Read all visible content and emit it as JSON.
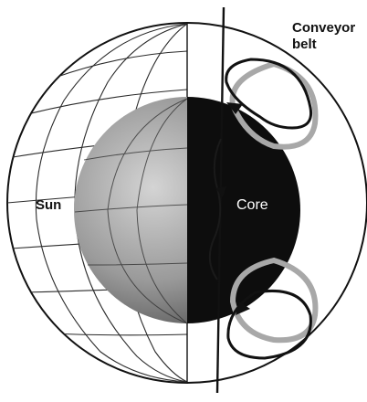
{
  "labels": {
    "sun": "Sun",
    "core": "Core",
    "conveyor_belt": [
      "Conveyor",
      "belt"
    ]
  },
  "colors": {
    "background": "#ffffff",
    "outline": "#111111",
    "core_light_highlight": "#cfcfcf",
    "core_light_shadow": "#5a5a5a",
    "core_dark": "#0d0d0d",
    "grey_flow": "#a8a8a8"
  },
  "icons": [
    "arrowhead-icon"
  ]
}
